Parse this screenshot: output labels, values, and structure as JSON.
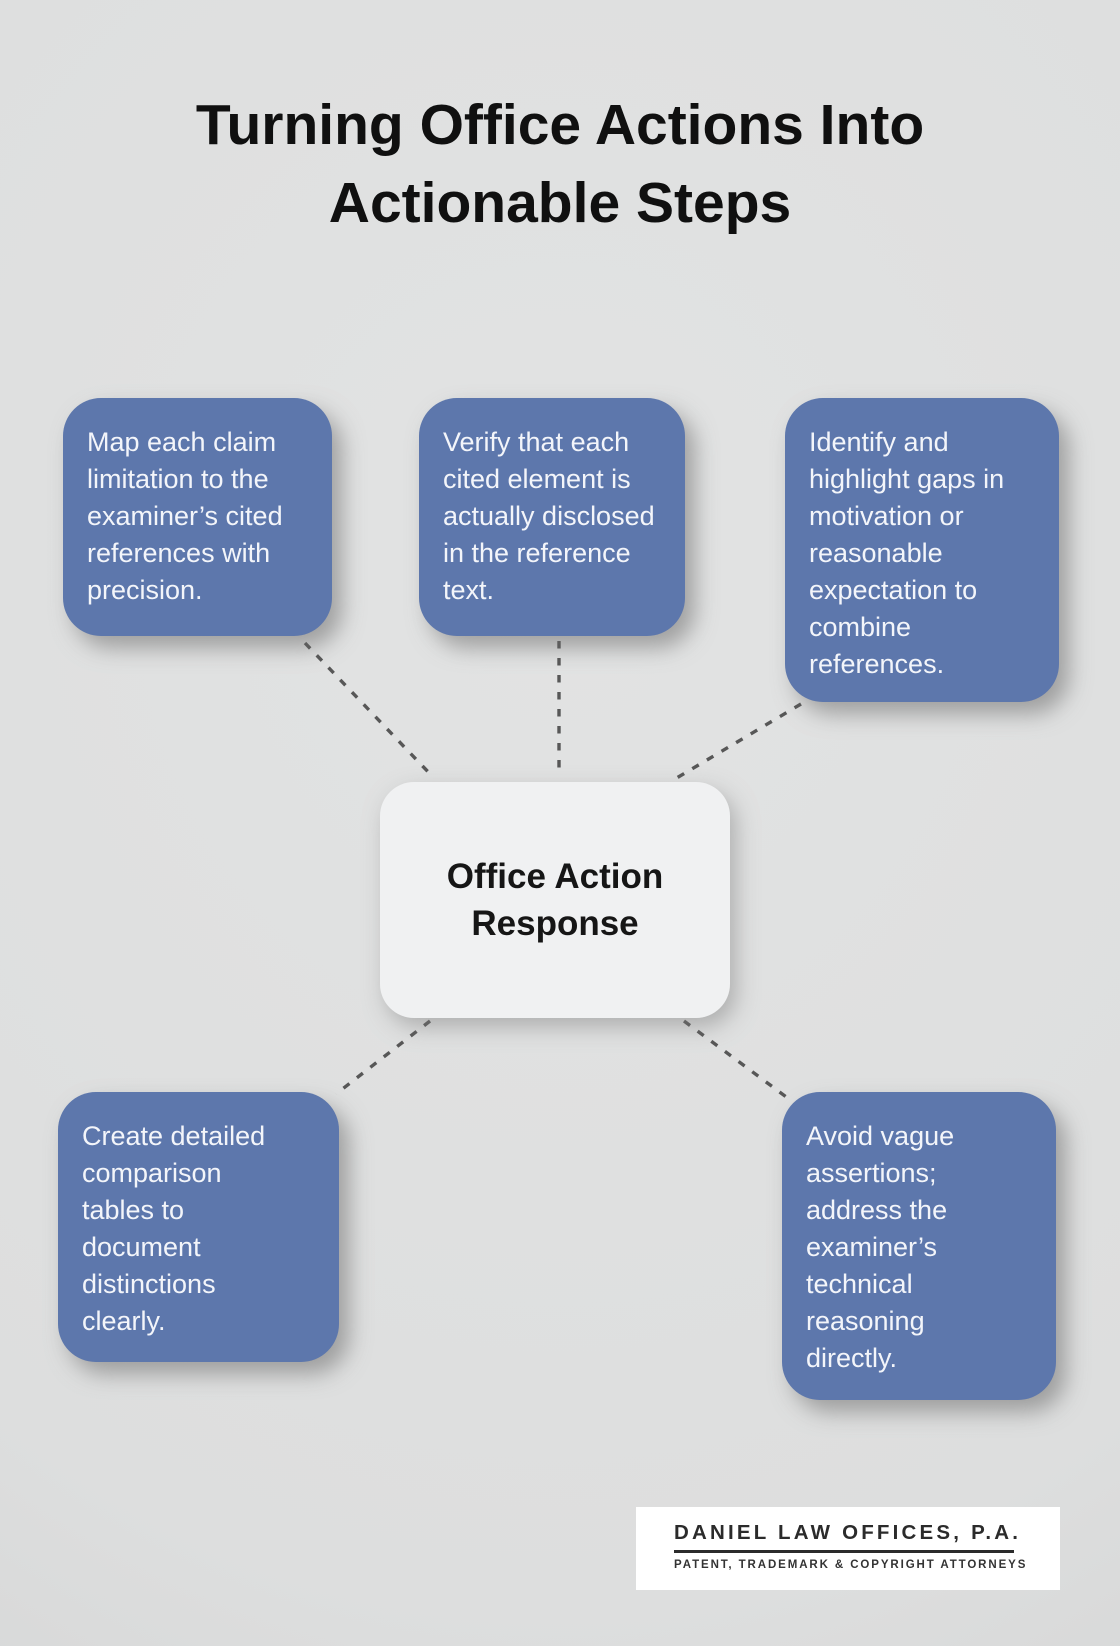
{
  "title": "Turning Office Actions Into\nActionable Steps",
  "center_label": "Office Action\nResponse",
  "steps": [
    "Map each claim\nlimitation to the\nexaminer’s cited\nreferences with\nprecision.",
    "Verify that each\ncited element is\nactually disclosed\nin the reference\ntext.",
    "Identify and\nhighlight gaps in\nmotivation or\nreasonable\nexpectation to\ncombine\nreferences.",
    "Create detailed\ncomparison\ntables to\ndocument\ndistinctions\nclearly.",
    "Avoid vague\nassertions;\naddress the\nexaminer’s\ntechnical\nreasoning\ndirectly."
  ],
  "logo": {
    "name": "DANIEL LAW OFFICES, P.A.",
    "tagline": "PATENT, TRADEMARK & COPYRIGHT ATTORNEYS"
  },
  "colors": {
    "background": "#dfe0e0",
    "card": "#5d77ac",
    "card_text": "#f3f5fa",
    "center_node": "#f0f1f2",
    "connector": "#575757",
    "title_text": "#101010"
  }
}
